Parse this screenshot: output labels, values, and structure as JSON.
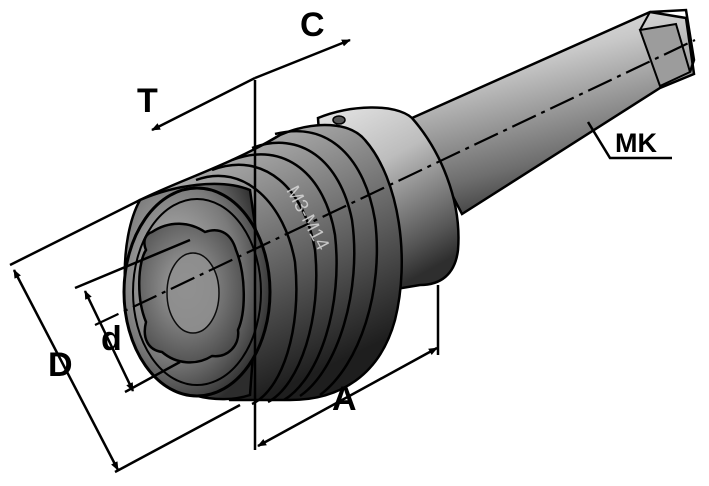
{
  "labels": {
    "C": "C",
    "T": "T",
    "MK": "MK",
    "D": "D",
    "d": "d",
    "A": "A"
  },
  "engraving": "M3-M14"
}
